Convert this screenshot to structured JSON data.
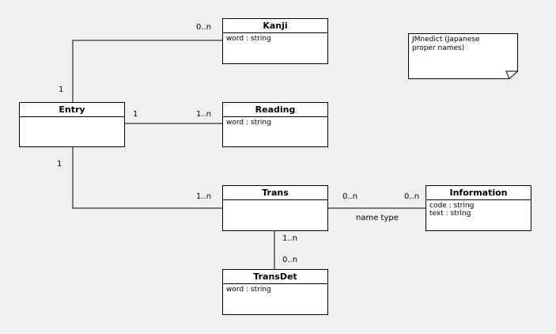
{
  "classes": {
    "kanji": {
      "name": "Kanji",
      "attrs": [
        "word : string"
      ]
    },
    "entry": {
      "name": "Entry",
      "attrs": []
    },
    "reading": {
      "name": "Reading",
      "attrs": [
        "word : string"
      ]
    },
    "trans": {
      "name": "Trans",
      "attrs": []
    },
    "information": {
      "name": "Information",
      "attrs": [
        "code : string",
        "text : string"
      ]
    },
    "transdet": {
      "name": "TransDet",
      "attrs": [
        "word : string"
      ]
    }
  },
  "multiplicities": {
    "entry_kanji_entry": "1",
    "entry_kanji_kanji": "0..n",
    "entry_reading_entry": "1",
    "entry_reading_reading": "1..n",
    "entry_trans_entry": "1",
    "entry_trans_trans": "1..n",
    "trans_info_trans": "0..n",
    "trans_info_info": "0..n",
    "trans_transdet_trans": "1..n",
    "trans_transdet_transdet": "0..n"
  },
  "association_labels": {
    "trans_info": "name type"
  },
  "note": {
    "text": "JMnedict (Japanese proper names)"
  }
}
